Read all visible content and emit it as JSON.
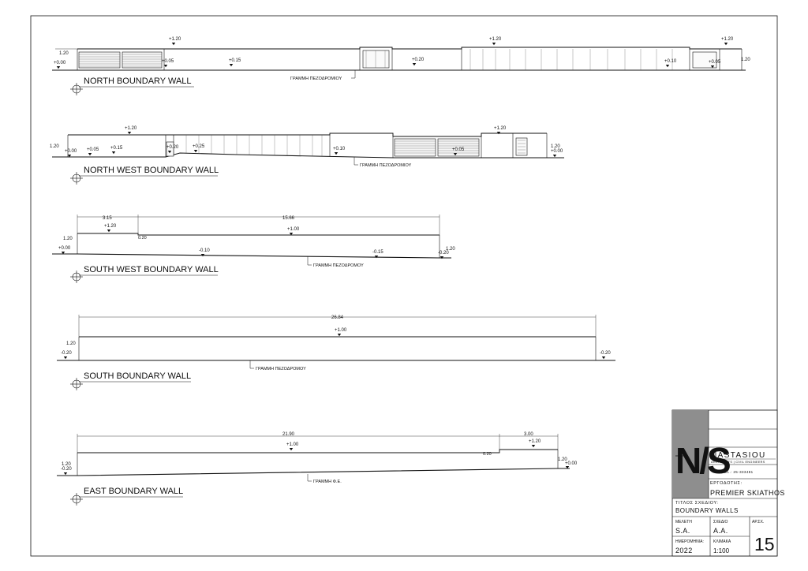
{
  "colors": {
    "line": "#111111",
    "logo_bg": "#8e8e8e",
    "logo_fg": "#111111",
    "fill_light": "#f2f2f2"
  },
  "drawings": {
    "north": {
      "title": "NORTH BOUNDARY WALL",
      "levels": [
        "+1.20",
        "+1.20",
        "+1.20",
        "+0.00",
        "+0.05",
        "+0.15",
        "+0.20",
        "+0.10",
        "+0.05"
      ],
      "height_left": "1.20",
      "height_right": "1.20",
      "sidewalk": "ΓΡΑΜΜΗ ΠΕΖΟΔΡΟΜΙΟΥ"
    },
    "north_west": {
      "title": "NORTH WEST BOUNDARY WALL",
      "levels": [
        "+1.20",
        "+1.20",
        "+0.00",
        "+0.05",
        "+0.15",
        "+0.20",
        "+0.25",
        "+0.10",
        "+0.05",
        "+0.00"
      ],
      "height_left": "1.20",
      "height_right": "1.20",
      "sidewalk": "ΓΡΑΜΜΗ ΠΕΖΟΔΡΟΜΙΟΥ"
    },
    "south_west": {
      "title": "SOUTH WEST BOUNDARY WALL",
      "dims": [
        "3.15",
        "15.66"
      ],
      "levels": [
        "+1.20",
        "+1.00",
        "+0.00",
        "-0.10",
        "-0.15",
        "-0.20"
      ],
      "step": "0.20",
      "height_left": "1.20",
      "height_right": "1.20",
      "sidewalk": "ΓΡΑΜΜΗ ΠΕΖΟΔΡΟΜΟΥ"
    },
    "south": {
      "title": "SOUTH BOUNDARY WALL",
      "dims": [
        "26.84"
      ],
      "levels": [
        "+1.00",
        "-0.20",
        "-0.20"
      ],
      "height_left": "1.20",
      "sidewalk": "ΓΡΑΜΜΗ ΠΕΖΟΔΡΟΜΟΥ"
    },
    "east": {
      "title": "EAST BOUNDARY WALL",
      "dims": [
        "21.90",
        "3.00"
      ],
      "levels": [
        "+1.00",
        "+1.20",
        "-0.20",
        "+0.00"
      ],
      "step": "0.20",
      "height_left": "1.20",
      "height_right": "1.20",
      "sidewalk": "ΓΡΑΜΜΗ Φ.Ε."
    }
  },
  "title_block": {
    "logo_letters": "N/S",
    "firm": "NASTASIOU",
    "firm_sub": "ARCHITECTS | CIVIL ENGINEERS",
    "tel": "TEL.: 25-333481",
    "client_label": "ΕΡΓΟΔΟΤΗΣ:",
    "client": "PREMIER SKIATHOS",
    "drawing_title_label": "ΤΙΤΛΟΣ ΣΧΕΔΙΟΥ:",
    "drawing_title": "BOUNDARY WALLS",
    "study_label": "ΜΕΛΕΤΗ",
    "study": "S.A.",
    "drawn_label": "ΣΧΕΔΙΟ",
    "drawn": "A.A.",
    "sheet_no_label": "ΑΡ.ΣΧ.",
    "sheet_no": "15",
    "date_label": "ΗΜΕΡΟΜΗΝΙΑ:",
    "date": "2022",
    "scale_label": "ΚΛΙΜΑΚΑ",
    "scale": "1:100"
  }
}
